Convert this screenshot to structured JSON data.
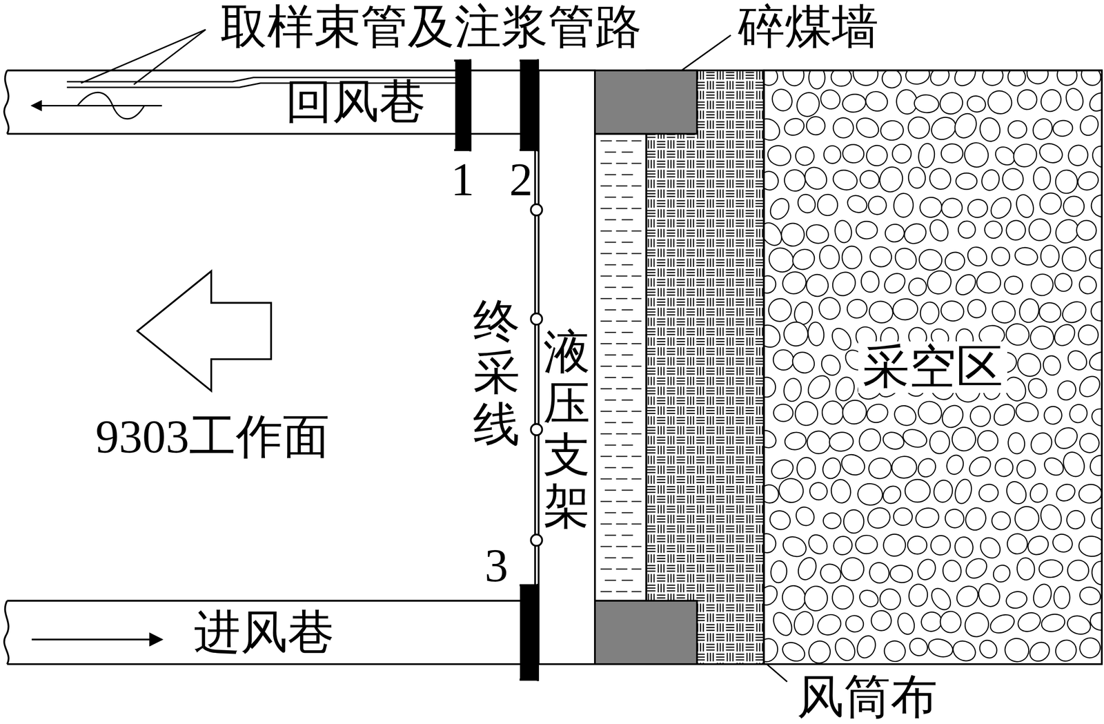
{
  "diagram": {
    "nodes": [
      {
        "text": [
          "回风巷"
        ]
      },
      {
        "text": [
          "进风巷"
        ]
      },
      {
        "text": [
          "液压支架"
        ]
      },
      {
        "text": [
          "采空区"
        ]
      }
    ],
    "labels": [
      "取样束管及注浆管路",
      "碎煤墙",
      "风筒布",
      "1",
      "2",
      "3",
      "终采线",
      "9303工作面"
    ]
  }
}
